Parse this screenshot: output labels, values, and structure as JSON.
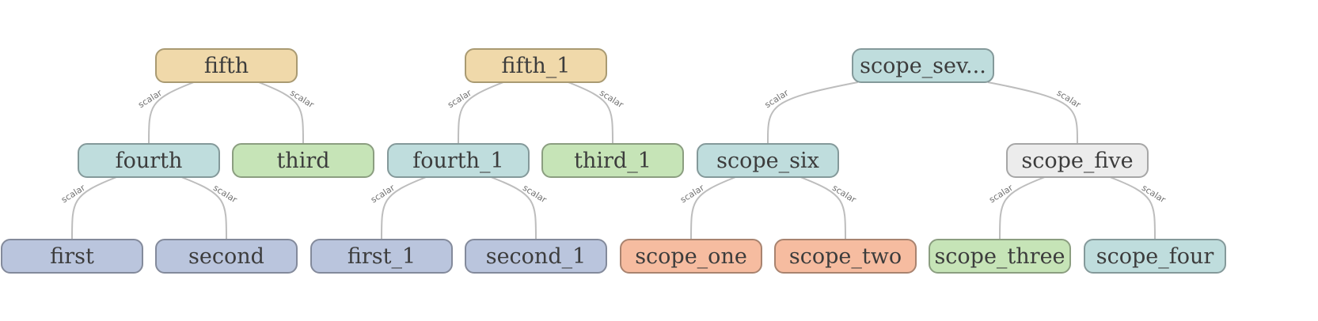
{
  "colors": {
    "tan": {
      "fill": "#f0d9aa",
      "border": "#a99a72"
    },
    "teal": {
      "fill": "#bfdddd",
      "border": "#84999a"
    },
    "green": {
      "fill": "#c6e4b7",
      "border": "#8b9e80"
    },
    "blue": {
      "fill": "#bac5dd",
      "border": "#838a9b"
    },
    "peach": {
      "fill": "#f6bca0",
      "border": "#a8836f"
    },
    "gray": {
      "fill": "#ececec",
      "border": "#a6a6a6"
    }
  },
  "nodes": [
    {
      "id": "fifth",
      "label": "fifth",
      "color": "tan"
    },
    {
      "id": "fourth",
      "label": "fourth",
      "color": "teal"
    },
    {
      "id": "third",
      "label": "third",
      "color": "green"
    },
    {
      "id": "first",
      "label": "first",
      "color": "blue"
    },
    {
      "id": "second",
      "label": "second",
      "color": "blue"
    },
    {
      "id": "fifth_1",
      "label": "fifth_1",
      "color": "tan"
    },
    {
      "id": "fourth_1",
      "label": "fourth_1",
      "color": "teal"
    },
    {
      "id": "third_1",
      "label": "third_1",
      "color": "green"
    },
    {
      "id": "first_1",
      "label": "first_1",
      "color": "blue"
    },
    {
      "id": "second_1",
      "label": "second_1",
      "color": "blue"
    },
    {
      "id": "scope_seven",
      "label": "scope_sev...",
      "color": "teal"
    },
    {
      "id": "scope_six",
      "label": "scope_six",
      "color": "teal"
    },
    {
      "id": "scope_five",
      "label": "scope_five",
      "color": "gray"
    },
    {
      "id": "scope_one",
      "label": "scope_one",
      "color": "peach"
    },
    {
      "id": "scope_two",
      "label": "scope_two",
      "color": "peach"
    },
    {
      "id": "scope_three",
      "label": "scope_three",
      "color": "green"
    },
    {
      "id": "scope_four",
      "label": "scope_four",
      "color": "teal"
    }
  ],
  "edges": [
    {
      "from": "fifth",
      "to": "fourth",
      "label": "scalar"
    },
    {
      "from": "fifth",
      "to": "third",
      "label": "scalar"
    },
    {
      "from": "fourth",
      "to": "first",
      "label": "scalar"
    },
    {
      "from": "fourth",
      "to": "second",
      "label": "scalar"
    },
    {
      "from": "fifth_1",
      "to": "fourth_1",
      "label": "scalar"
    },
    {
      "from": "fifth_1",
      "to": "third_1",
      "label": "scalar"
    },
    {
      "from": "fourth_1",
      "to": "first_1",
      "label": "scalar"
    },
    {
      "from": "fourth_1",
      "to": "second_1",
      "label": "scalar"
    },
    {
      "from": "scope_seven",
      "to": "scope_six",
      "label": "scalar"
    },
    {
      "from": "scope_seven",
      "to": "scope_five",
      "label": "scalar"
    },
    {
      "from": "scope_six",
      "to": "scope_one",
      "label": "scalar"
    },
    {
      "from": "scope_six",
      "to": "scope_two",
      "label": "scalar"
    },
    {
      "from": "scope_five",
      "to": "scope_three",
      "label": "scalar"
    },
    {
      "from": "scope_five",
      "to": "scope_four",
      "label": "scalar"
    }
  ]
}
